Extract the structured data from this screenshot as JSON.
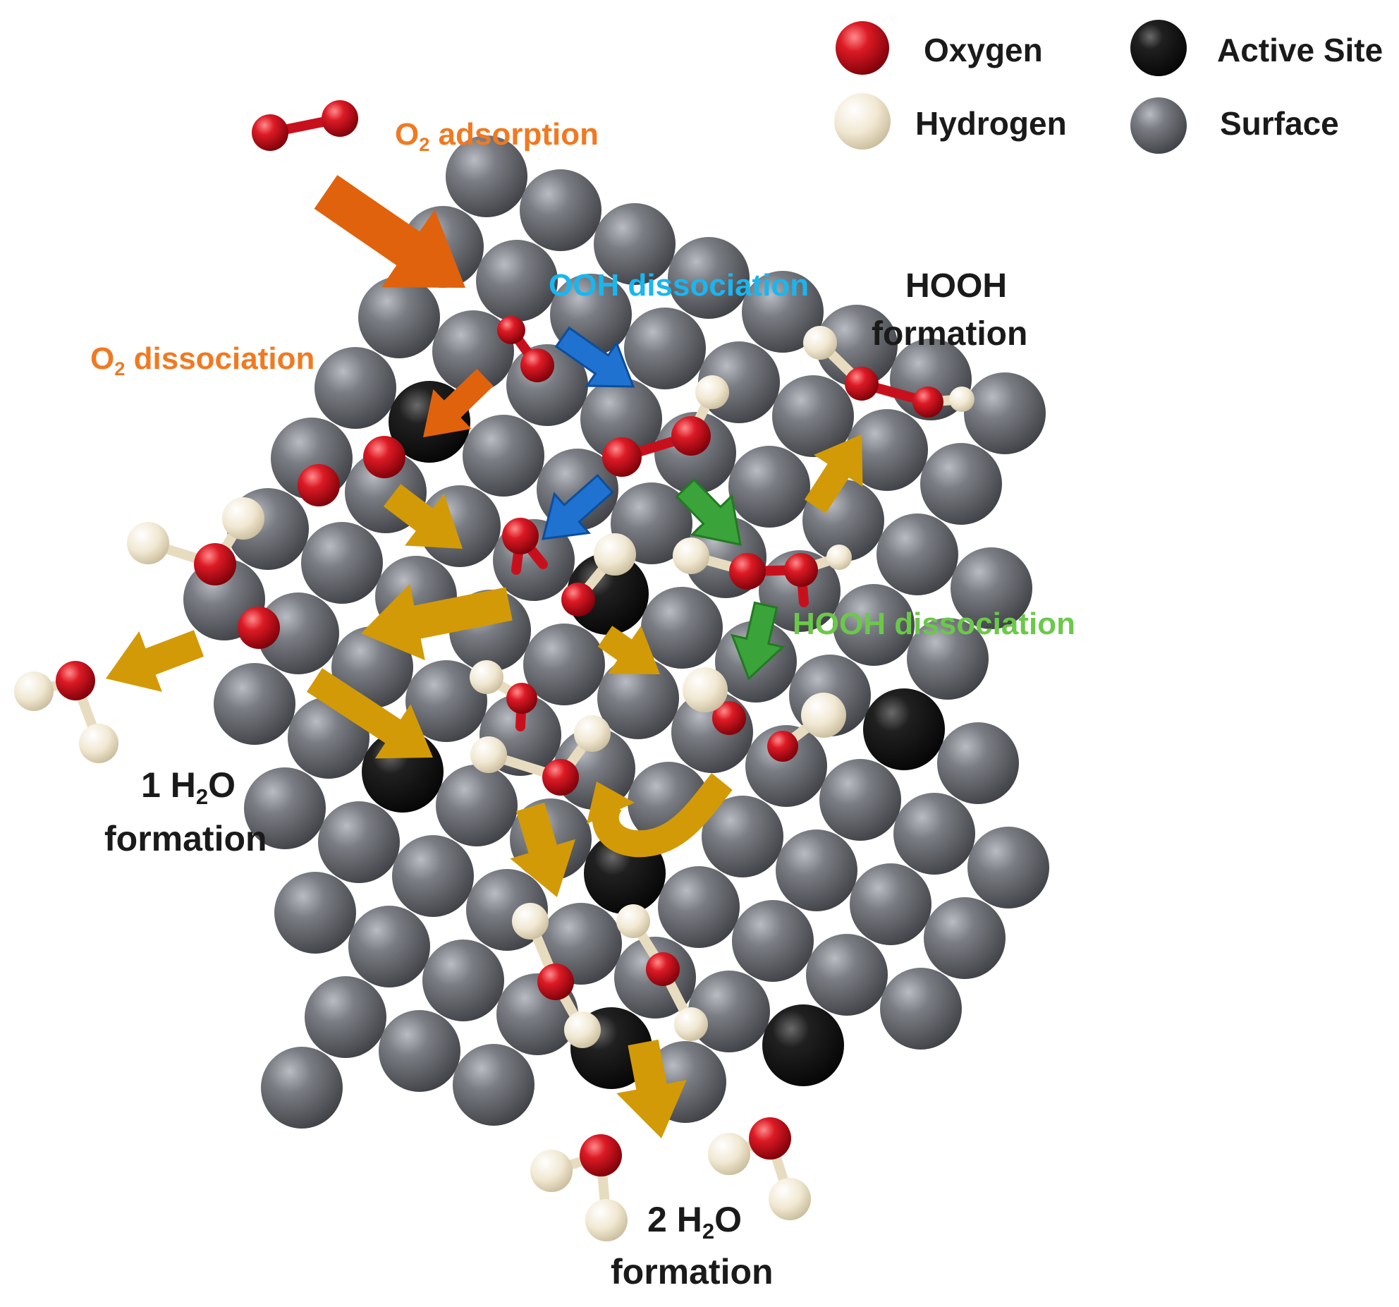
{
  "legend": {
    "oxygen": "Oxygen",
    "hydrogen": "Hydrogen",
    "active_site": "Active Site",
    "surface": "Surface"
  },
  "labels": {
    "o2_adsorption": {
      "pre": "O",
      "sub": "2",
      "post": " adsorption"
    },
    "o2_dissociation": {
      "pre": "O",
      "sub": "2",
      "post": " dissociation"
    },
    "ooh_dissociation": "OOH dissociation",
    "hooh_formation_line1": "HOOH",
    "hooh_formation_line2": "formation",
    "hooh_dissociation": "HOOH dissociation",
    "one_h2o": {
      "pre": "1 H",
      "sub": "2",
      "post": "O"
    },
    "one_h2o_line2": "formation",
    "two_h2o": {
      "pre": "2 H",
      "sub": "2",
      "post": "O"
    },
    "two_h2o_line2": "formation"
  },
  "colors": {
    "oxygen": "#d01020",
    "hydrogen": "#f3ead5",
    "active_site": "#151515",
    "surface": "#6e7075",
    "arrow_orange": "#e0620c",
    "arrow_blue": "#1f72d0",
    "arrow_green": "#3aa33a",
    "arrow_gold": "#d39a07",
    "text_orange": "#f07a22",
    "text_blue": "#19b6f0",
    "text_green": "#6cc84a",
    "text_dark": "#1a1a1a"
  }
}
